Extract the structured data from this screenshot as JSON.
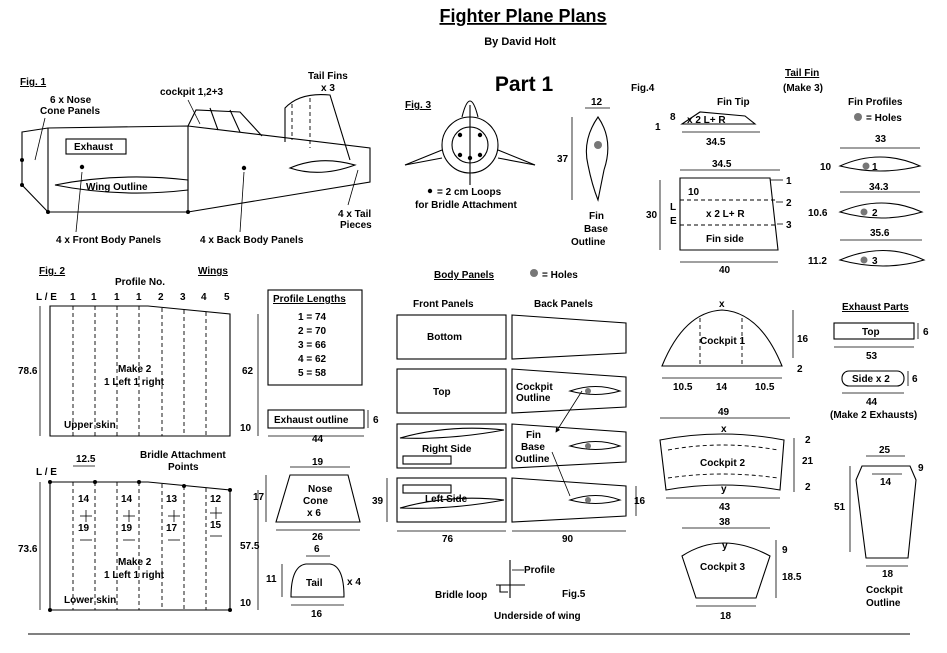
{
  "header": {
    "title": "Fighter Plane Plans",
    "author": "By David Holt",
    "part": "Part 1"
  },
  "fig1": {
    "label": "Fig. 1",
    "nose": [
      "6 x Nose",
      "Cone Panels"
    ],
    "cockpit": "cockpit 1,2+3",
    "tail_fins": [
      "Tail Fins",
      "x 3"
    ],
    "exhaust": "Exhaust",
    "wing": "Wing   Outline",
    "front_panels": "4 x Front Body Panels",
    "back_panels": "4 x Back Body Panels",
    "tail_pieces": [
      "4 x Tail",
      "Pieces"
    ]
  },
  "fig3": {
    "label": "Fig. 3",
    "loops": [
      "= 2 cm  Loops",
      "for Bridle Attachment"
    ]
  },
  "fin_base": {
    "width": "12",
    "height": "37",
    "label": [
      "Fin",
      "Base",
      "Outline"
    ]
  },
  "fig4": {
    "label": "Fig.4",
    "tail_fin": "Tail Fin",
    "make": "(Make 3)",
    "fin_tip": "Fin Tip",
    "formula": "x 2 L+ R",
    "tip_h": "8",
    "tip_n": "1",
    "tip_w": "34.5",
    "side_top": "34.5",
    "side_h": "30",
    "side_in": "10",
    "side_bottom": "40",
    "le": [
      "L",
      "E"
    ],
    "fin_side": "Fin side",
    "marks": [
      "1",
      "2",
      "3"
    ]
  },
  "fin_profiles": {
    "title": "Fin Profiles",
    "holes": "= Holes",
    "items": [
      {
        "w": "33",
        "h": "10",
        "n": "1"
      },
      {
        "w": "34.3",
        "h": "10.6",
        "n": "2"
      },
      {
        "w": "35.6",
        "h": "11.2",
        "n": "3"
      }
    ]
  },
  "fig2": {
    "label": "Fig. 2",
    "profile_no": "Profile No.",
    "wings": "Wings",
    "le": "L / E",
    "profiles": [
      "1",
      "1",
      "1",
      "1",
      "2",
      "3",
      "4",
      "5"
    ],
    "upper": {
      "left_dim": "78.6",
      "right_dim": "62",
      "end_dim": "10",
      "make": [
        "Make 2",
        "1 Left 1 right"
      ],
      "skin": "Upper skin"
    },
    "lower": {
      "left_dim": "73.6",
      "right_dim": "57.5",
      "end_dim": "10",
      "top_dim": "12.5",
      "bridle": [
        "Bridle Attachment",
        "Points"
      ],
      "pairs": [
        [
          "14",
          "19"
        ],
        [
          "14",
          "19"
        ],
        [
          "13",
          "17"
        ],
        [
          "12",
          "15"
        ]
      ],
      "make": [
        "Make 2",
        "1 Left 1 right"
      ],
      "skin": "Lower skin"
    }
  },
  "profile_lengths": {
    "title": "Profile Lengths",
    "items": [
      "1 = 74",
      "2 = 70",
      "3 = 66",
      "4 = 62",
      "5 = 58"
    ]
  },
  "exhaust_outline": {
    "label": "Exhaust outline",
    "h": "6",
    "w": "44"
  },
  "nose_cone": {
    "top": "19",
    "h": "17",
    "bottom": "26",
    "label": [
      "Nose",
      "Cone",
      "x 6"
    ]
  },
  "tail": {
    "top": "6",
    "h": "11",
    "w": "16",
    "label": "Tail",
    "count": "x 4"
  },
  "body_panels": {
    "title": "Body Panels",
    "holes": "= Holes",
    "front": "Front Panels",
    "back": "Back Panels",
    "bottom": "Bottom",
    "top": "Top",
    "right": "Right Side",
    "left": "Left Side",
    "cockpit_outline": [
      "Cockpit",
      "Outline"
    ],
    "fin_base": [
      "Fin",
      "Base",
      "Outline"
    ],
    "h": "39",
    "back_h": "16",
    "front_w": "76",
    "back_w": "90"
  },
  "fig5": {
    "label": "Fig.5",
    "profile": "Profile",
    "bridle": "Bridle loop",
    "underside": "Underside of wing"
  },
  "cockpit1": {
    "x": "x",
    "label": "Cockpit 1",
    "h": "16",
    "h2": "2",
    "w1": "10.5",
    "w2": "14",
    "w3": "10.5"
  },
  "cockpit2": {
    "top": "49",
    "x": "x",
    "y": "y",
    "label": "Cockpit 2",
    "d1": "2",
    "d2": "21",
    "d3": "2",
    "bottom": "43"
  },
  "cockpit3": {
    "top": "38",
    "y": "y",
    "label": "Cockpit 3",
    "h1": "9",
    "h2": "18.5",
    "bottom": "18"
  },
  "exhaust_parts": {
    "title": "Exhaust Parts",
    "top": "Top",
    "top_h": "6",
    "top_w": "53",
    "side": "Side x 2",
    "side_h": "6",
    "side_w": "44",
    "make": "(Make 2 Exhausts)"
  },
  "cockpit_outline": {
    "top": "25",
    "mid": "14",
    "side": "9",
    "h": "51",
    "bottom": "18",
    "label": [
      "Cockpit",
      "Outline"
    ]
  }
}
